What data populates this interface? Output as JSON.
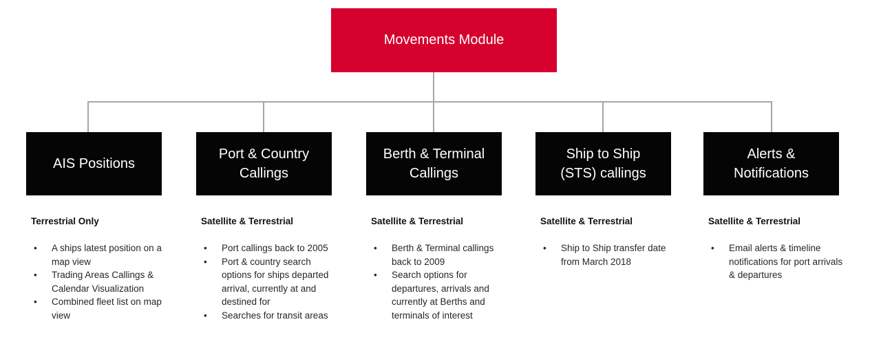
{
  "diagram": {
    "root": {
      "label": "Movements Module"
    },
    "columns": [
      {
        "title": "AIS Positions",
        "subtitle": "Terrestrial Only",
        "bullets": [
          "A ships latest position on a map view",
          "Trading Areas Callings & Calendar Visualization",
          "Combined fleet list on map view"
        ]
      },
      {
        "title": "Port & Country\nCallings",
        "subtitle": "Satellite & Terrestrial",
        "bullets": [
          "Port callings back to 2005",
          "Port & country search options for ships departed arrival, currently at and destined for",
          "Searches for transit areas"
        ]
      },
      {
        "title": "Berth & Terminal\nCallings",
        "subtitle": "Satellite & Terrestrial",
        "bullets": [
          "Berth & Terminal callings back to 2009",
          "Search options for departures, arrivals and currently at Berths and terminals of interest"
        ]
      },
      {
        "title": "Ship to Ship\n(STS) callings",
        "subtitle": "Satellite & Terrestrial",
        "bullets": [
          "Ship to Ship transfer date from March 2018"
        ]
      },
      {
        "title": "Alerts &\nNotifications",
        "subtitle": "Satellite & Terrestrial",
        "bullets": [
          "Email alerts & timeline notifications for port arrivals & departures"
        ]
      }
    ],
    "colors": {
      "root_fill": "#d6002e",
      "node_fill": "#050505",
      "connector": "#a6a6a6",
      "text": "#262626"
    }
  }
}
